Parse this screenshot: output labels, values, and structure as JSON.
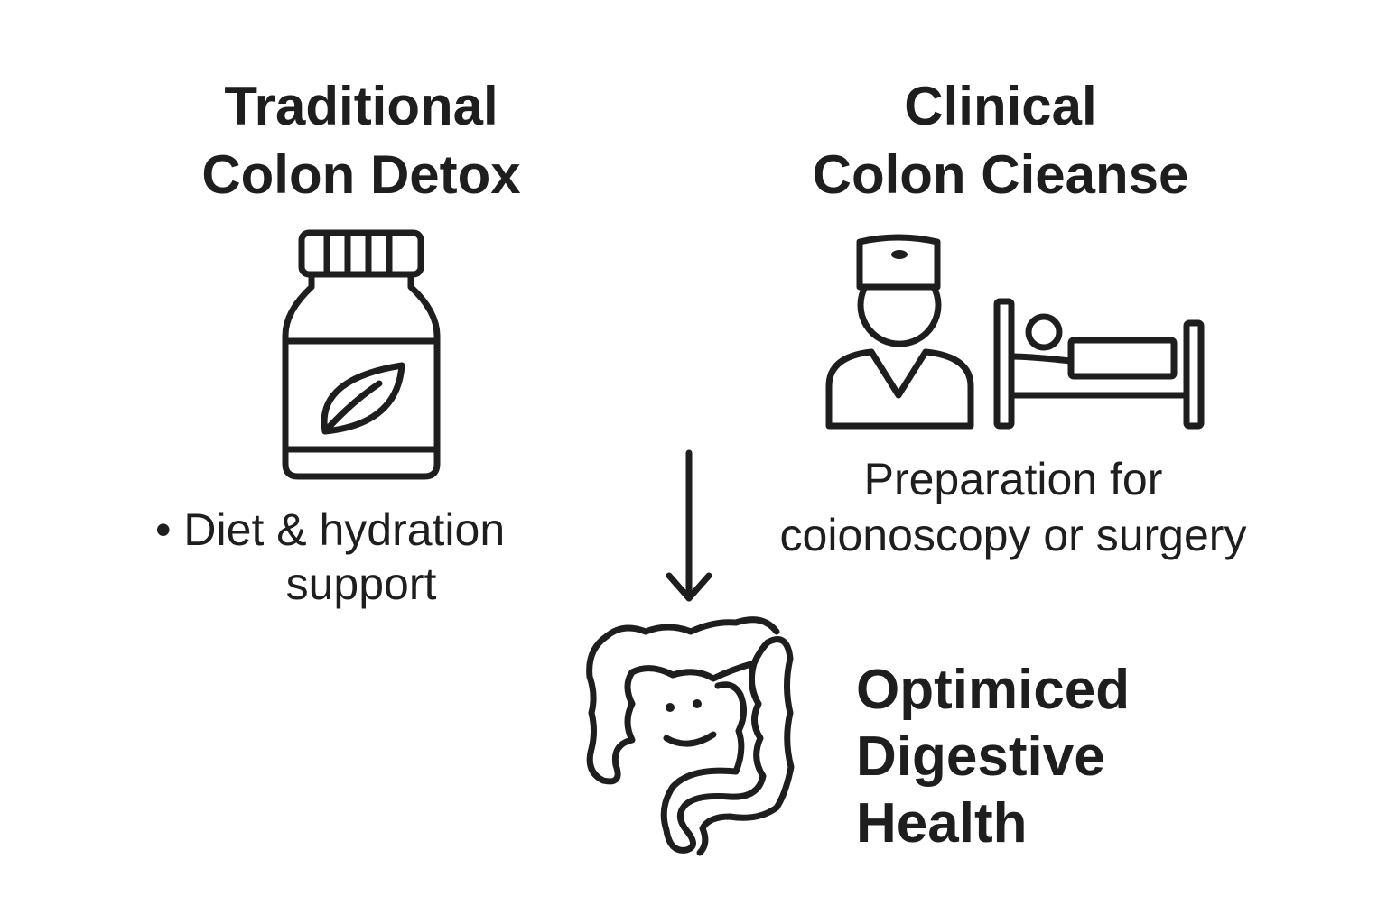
{
  "left": {
    "title_line1": "Traditional",
    "title_line2": "Colon Detox",
    "icon": "supplement-bottle-leaf-icon",
    "bullet": "•",
    "desc_line1": "Diet & hydration",
    "desc_line2": "support"
  },
  "right": {
    "title_line1": "Clinical",
    "title_line2": "Colon Cieanse",
    "icon": "nurse-and-patient-bed-icon",
    "desc_line1": "Preparation for",
    "desc_line2": "coionoscopy or surgery"
  },
  "outcome": {
    "icon": "happy-colon-icon",
    "line1": "Optimiced",
    "line2": "Digestive",
    "line3": "Health"
  },
  "colors": {
    "ink": "#1e1e1e",
    "background": "#ffffff"
  }
}
